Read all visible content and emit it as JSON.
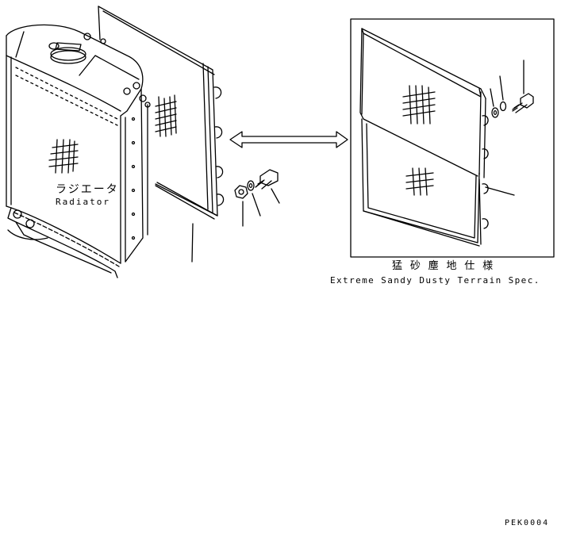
{
  "labels": {
    "radiator_jp": "ラジエータ",
    "radiator_en": "Radiator",
    "spec_jp": "猛 砂 塵 地 仕 様",
    "spec_en": "Extreme Sandy Dusty Terrain Spec.",
    "drawing_code": "PEK0004"
  },
  "colors": {
    "line": "#000000",
    "background": "#ffffff"
  }
}
